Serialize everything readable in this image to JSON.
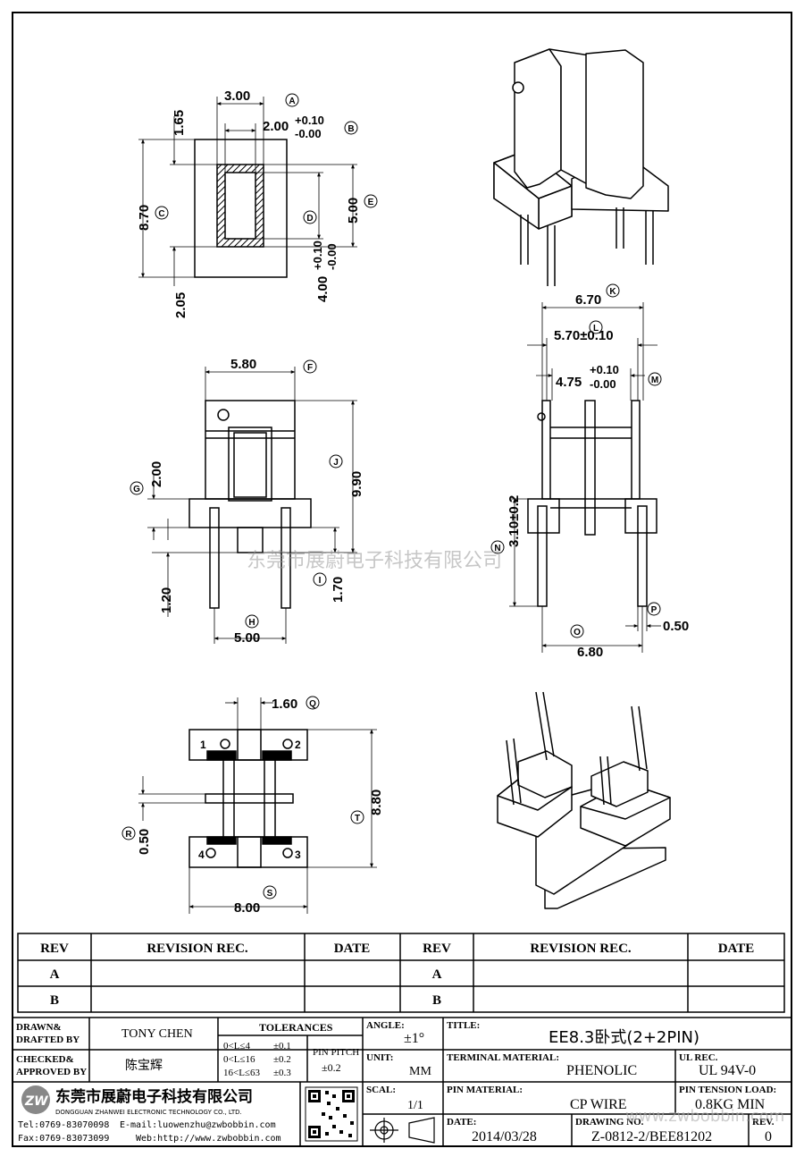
{
  "views": {
    "top": {
      "dims": {
        "d1": "3.00",
        "d2": "1.65",
        "d3": "2.00",
        "d3tol_plus": "+0.10",
        "d3tol_minus": "-0.00",
        "d4": "8.70",
        "d5": "5.00",
        "d6": "2.05",
        "d7": "4.00",
        "d7tol_plus": "+0.10",
        "d7tol_minus": "-0.00"
      },
      "labels": {
        "A": "A",
        "B": "B",
        "C": "C",
        "D": "D",
        "E": "E"
      }
    },
    "front": {
      "dims": {
        "w": "5.80",
        "h": "9.90",
        "g": "2.00",
        "i": "1.70",
        "j": "1.20",
        "h2": "5.00"
      },
      "labels": {
        "F": "F",
        "G": "G",
        "H": "H",
        "I": "I",
        "J": "J"
      }
    },
    "side": {
      "dims": {
        "k": "6.70",
        "l": "5.70±0.10",
        "m": "4.75",
        "mtol_plus": "+0.10",
        "mtol_minus": "-0.00",
        "n": "3.10±0.2",
        "o": "6.80",
        "p": "0.50"
      },
      "labels": {
        "K": "K",
        "L": "L",
        "M": "M",
        "N": "N",
        "O": "O",
        "P": "P"
      }
    },
    "bottom": {
      "dims": {
        "q": "1.60",
        "r": "0.50",
        "t": "8.80",
        "s": "8.00"
      },
      "labels": {
        "Q": "Q",
        "R": "R",
        "S": "S",
        "T": "T"
      },
      "pins": [
        "1",
        "2",
        "3",
        "4"
      ]
    }
  },
  "watermark": "东莞市展蔚电子科技有限公司",
  "revision_table": {
    "headers": [
      "REV",
      "REVISION REC.",
      "DATE",
      "REV",
      "REVISION REC.",
      "DATE"
    ],
    "rows": [
      [
        "A",
        "",
        "",
        "A",
        "",
        ""
      ],
      [
        "B",
        "",
        "",
        "B",
        "",
        ""
      ]
    ]
  },
  "title_block": {
    "drawn_label": "DRAWN&\nDRAFTED BY",
    "drawn_l1": "DRAWN&",
    "drawn_l2": "DRAFTED BY",
    "drawn_value": "TONY CHEN",
    "checked_l1": "CHECKED&",
    "checked_l2": "APPROVED BY",
    "checked_value": "陈宝辉",
    "tolerances_label": "TOLERANCES",
    "tol_rows": [
      [
        "0<L≤4",
        "±0.1"
      ],
      [
        "0<L≤16",
        "±0.2"
      ],
      [
        "16<L≤63",
        "±0.3"
      ]
    ],
    "pin_pitch_l1": "PIN PITCH",
    "pin_pitch_value": "±0.2",
    "angle_label": "ANGLE:",
    "angle_value": "±1°",
    "unit_label": "UNIT:",
    "unit_value": "MM",
    "scal_label": "SCAL:",
    "scal_value": "1/1",
    "title_label": "TITLE:",
    "title_value": "EE8.3卧式(2+2PIN)",
    "terminal_label": "TERMINAL MATERIAL:",
    "terminal_value": "PHENOLIC",
    "ul_label": "UL REC.",
    "ul_value": "UL 94V-0",
    "pin_mat_label": "PIN MATERIAL:",
    "pin_mat_value": "CP WIRE",
    "tension_label": "PIN TENSION LOAD:",
    "tension_value": "0.8KG MIN",
    "date_label": "DATE:",
    "date_value": "2014/03/28",
    "drawing_label": "DRAWING NO.",
    "drawing_value": "Z-0812-2/BEE81202",
    "rev_label": "REV.",
    "rev_value": "0",
    "company_cn": "东莞市展蔚电子科技有限公司",
    "company_en": "DONGGUAN ZHANWEI ELECTRONIC TECHNOLOGY CO., LTD.",
    "tel": "Tel:0769-83070098",
    "email": "E-mail:luowenzhu@zwbobbin.com",
    "fax": "Fax:0769-83073099",
    "web": "Web:http://www.zwbobbin.com",
    "web_watermark": "www.zwbobbin.com"
  }
}
